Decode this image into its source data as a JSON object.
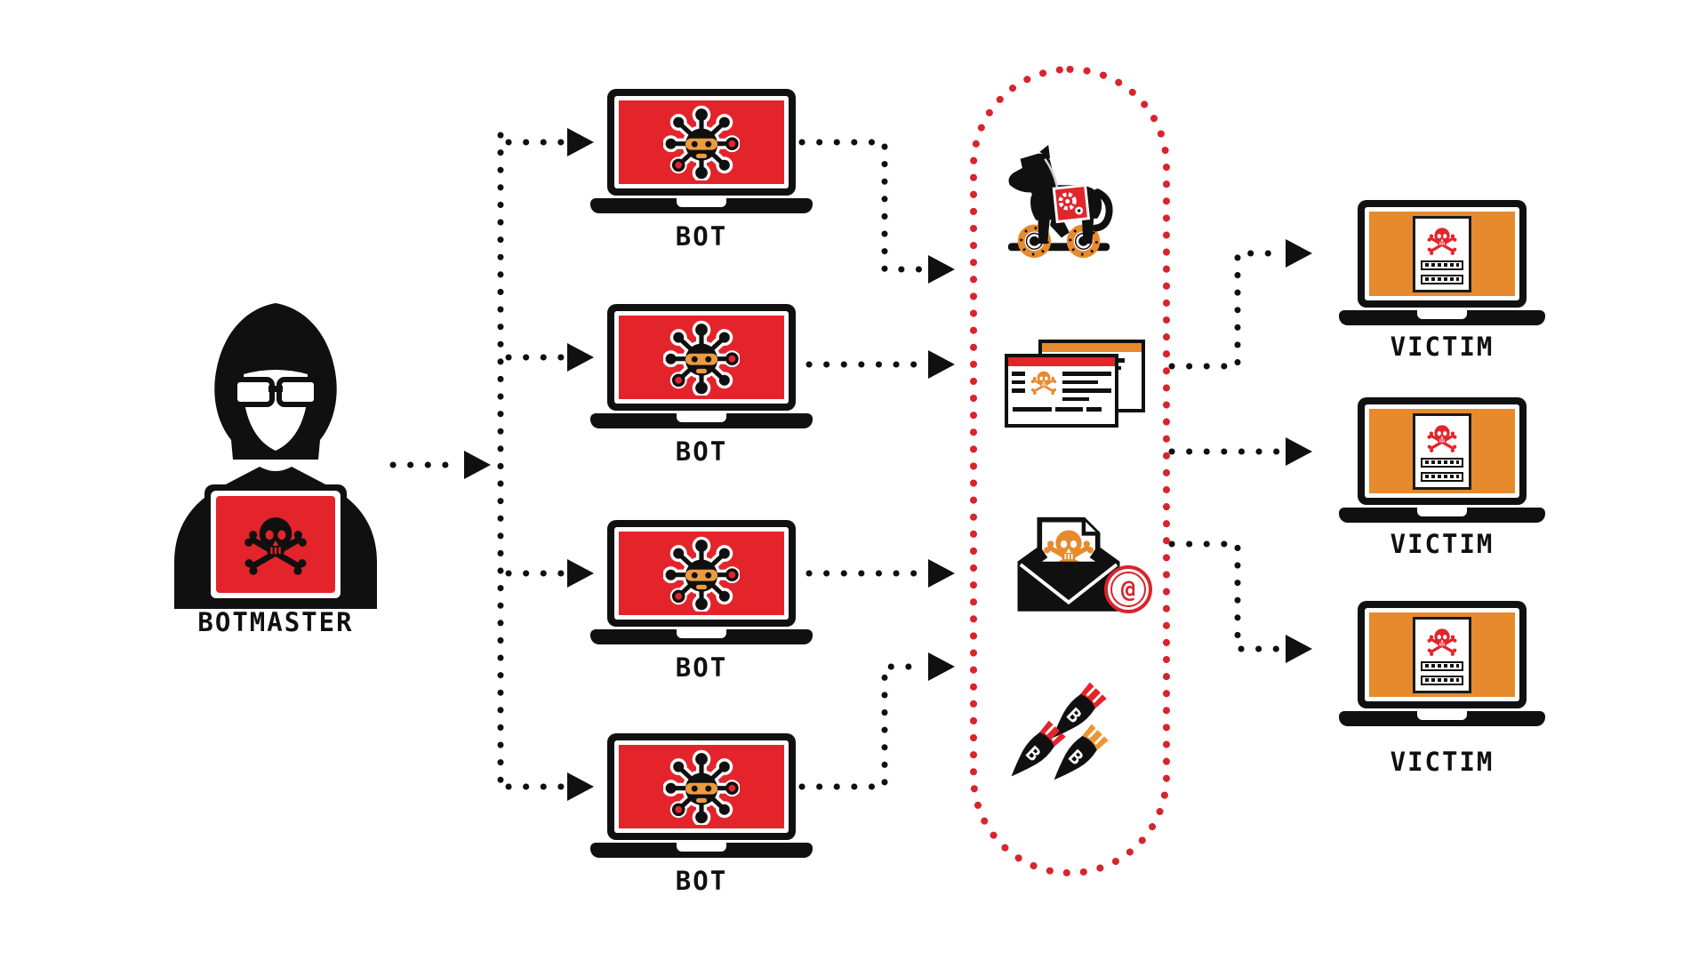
{
  "diagram": {
    "botmaster": {
      "label": "BOTMASTER"
    },
    "bots": [
      {
        "label": "BOT"
      },
      {
        "label": "BOT"
      },
      {
        "label": "BOT"
      },
      {
        "label": "BOT"
      }
    ],
    "victims": [
      {
        "label": "VICTIM"
      },
      {
        "label": "VICTIM"
      },
      {
        "label": "VICTIM"
      }
    ],
    "attack_channel": {
      "icons": [
        "trojan-horse-icon",
        "fake-website-icon",
        "phishing-email-icon",
        "bomb-payload-icon"
      ],
      "bomb_letter": "B",
      "email_at": "@"
    },
    "colors": {
      "malware_red": "#E3242B",
      "victim_orange": "#E78A2E",
      "ink_black": "#101010",
      "background_white": "#FFFFFF",
      "channel_dotted_red": "#D8242C"
    }
  }
}
